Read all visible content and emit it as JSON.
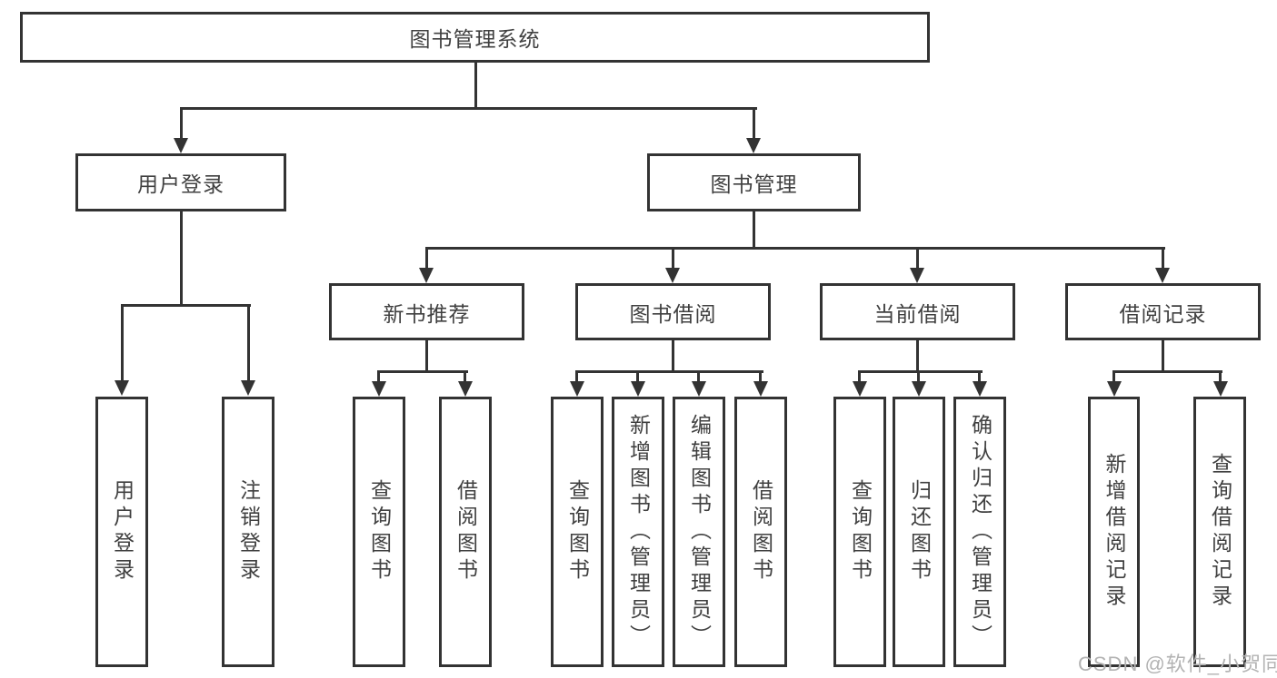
{
  "colors": {
    "line": "#333333",
    "box_border": "#333333",
    "text": "#404040",
    "background": "#ffffff",
    "watermark": "#b3b3b3"
  },
  "watermark": {
    "text": "CSDN @软件_小贺同学"
  },
  "tree": {
    "label": "图书管理系统",
    "children": [
      {
        "label": "用户登录",
        "children": [
          {
            "label": "用户登录"
          },
          {
            "label": "注销登录"
          }
        ]
      },
      {
        "label": "图书管理",
        "children": [
          {
            "label": "新书推荐",
            "children": [
              {
                "label": "查询图书"
              },
              {
                "label": "借阅图书"
              }
            ]
          },
          {
            "label": "图书借阅",
            "children": [
              {
                "label": "查询图书"
              },
              {
                "label": "新增图书（管理员）"
              },
              {
                "label": "编辑图书（管理员）"
              },
              {
                "label": "借阅图书"
              }
            ]
          },
          {
            "label": "当前借阅",
            "children": [
              {
                "label": "查询图书"
              },
              {
                "label": "归还图书"
              },
              {
                "label": "确认归还（管理员）"
              }
            ]
          },
          {
            "label": "借阅记录",
            "children": [
              {
                "label": "新增借阅记录"
              },
              {
                "label": "查询借阅记录"
              }
            ]
          }
        ]
      }
    ]
  }
}
